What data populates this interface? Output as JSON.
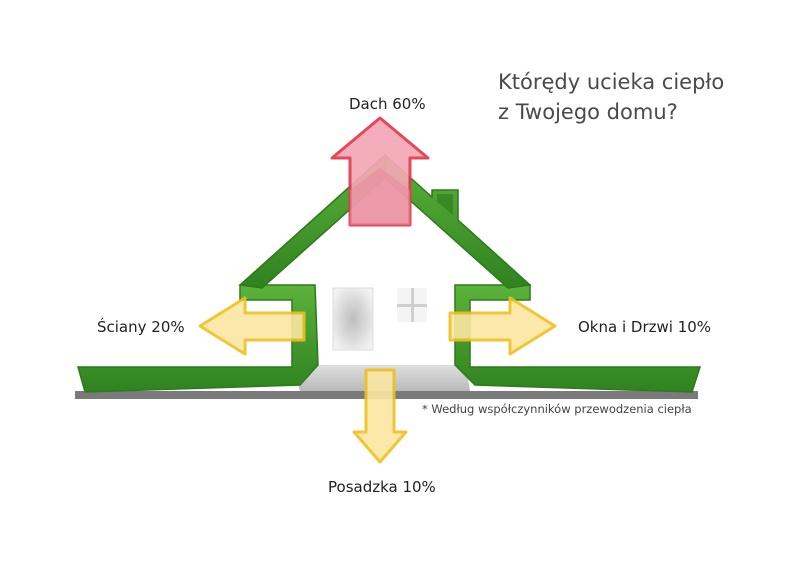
{
  "title": {
    "line1": "Którędy ucieka ciepło",
    "line2": "z Twojego domu?"
  },
  "labels": {
    "roof": "Dach 60%",
    "walls": "Ściany 20%",
    "windows": "Okna i Drzwi 10%",
    "floor": "Posadzka 10%"
  },
  "footnote": "* Według współczynników przewodzenia ciepła",
  "heat_loss_percent": {
    "roof": 60,
    "walls": 20,
    "windows_doors": 10,
    "floor": 10
  },
  "colors": {
    "house_green": "#3f9a2a",
    "house_green_dark": "#2d7a1c",
    "roof_arrow_fill": "#f4a7b5",
    "roof_arrow_stroke": "#e23a4e",
    "side_arrow_fill": "#fbe7a3",
    "side_arrow_stroke": "#f0c020",
    "slab_gray": "#c8c8c8"
  }
}
